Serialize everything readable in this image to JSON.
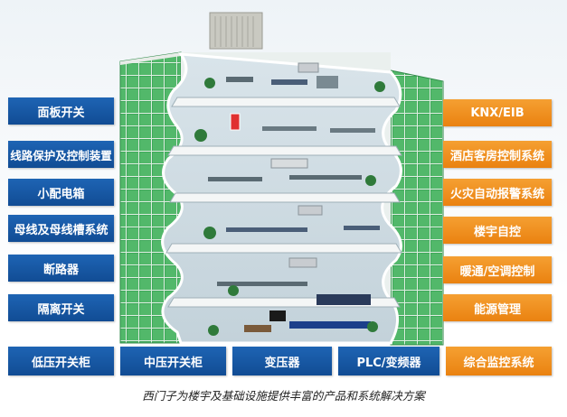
{
  "left_labels": [
    "面板开关",
    "线路保护及控制装置",
    "小配电箱",
    "母线及母线槽系统",
    "断路器",
    "隔离开关"
  ],
  "right_labels": [
    "KNX/EIB",
    "酒店客房控制系统",
    "火灾自动报警系统",
    "楼宇自控",
    "暖通/空调控制",
    "能源管理"
  ],
  "bottom_labels": [
    "低压开关柜",
    "中压开关柜",
    "变压器",
    "PLC/变频器",
    "综合监控系统"
  ],
  "caption": "西门子为楼宇及基础设施提供丰富的产品和系统解决方案",
  "colors": {
    "blue": "#1a5aa8",
    "orange": "#f08c1e",
    "glass_green": "#3fa85a"
  }
}
